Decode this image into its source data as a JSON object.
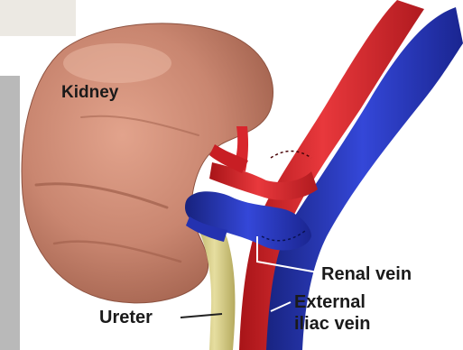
{
  "labels": {
    "kidney": "Kidney",
    "renal_vein": "Renal vein",
    "external_iliac_vein_line1": "External",
    "external_iliac_vein_line2": "iliac vein",
    "ureter": "Ureter"
  },
  "colors": {
    "kidney": "#c98670",
    "kidney_shadow": "#a8644f",
    "artery": "#d8262d",
    "artery_dark": "#a81418",
    "vein": "#2a3bc8",
    "vein_dark": "#17227d",
    "ureter": "#d8d08a",
    "background": "#ffffff",
    "side_panel": "#b9b9b9",
    "top_panel": "#ece9e3"
  }
}
